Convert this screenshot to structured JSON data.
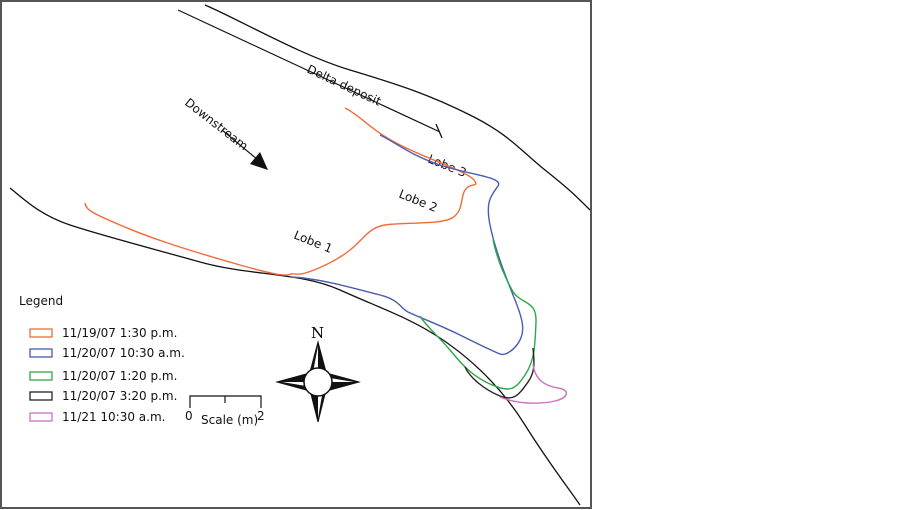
{
  "labels": {
    "delta_deposit": "Delta deposit",
    "downstream": "Downstream",
    "lobe1": "Lobe 1",
    "lobe2": "Lobe 2",
    "lobe3": "Lobe 3"
  },
  "legend": {
    "title": "Legend",
    "items": [
      {
        "label": "11/19/07 1:30 p.m.",
        "color": "#f26b3a"
      },
      {
        "label": "11/20/07 10:30 a.m.",
        "color": "#4a5bb0"
      },
      {
        "label": "11/20/07 1:20 p.m.",
        "color": "#2aa84a"
      },
      {
        "label": "11/20/07 3:20 p.m.",
        "color": "#222222"
      },
      {
        "label": "11/21 10:30 a.m.",
        "color": "#d070c0"
      }
    ]
  },
  "scale": {
    "start": "0",
    "end": "2",
    "label": "Scale (m)"
  },
  "compass": {
    "north": "N"
  }
}
